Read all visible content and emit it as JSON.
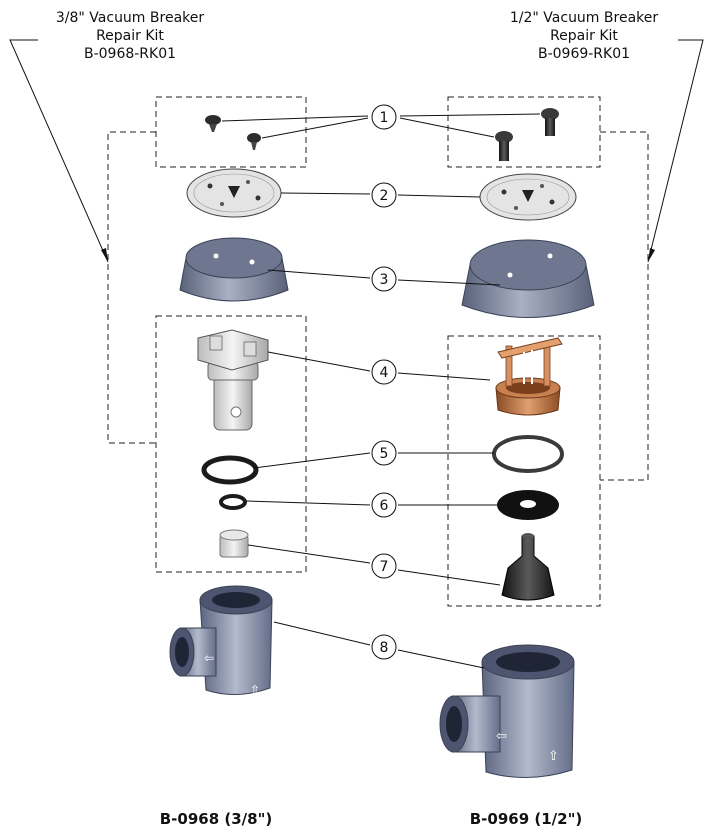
{
  "kits": [
    {
      "name_line1": "3/8\" Vacuum Breaker",
      "name_line2": "Repair Kit",
      "part_number": "B-0968-RK01"
    },
    {
      "name_line1": "1/2\" Vacuum Breaker",
      "name_line2": "Repair Kit",
      "part_number": "B-0969-RK01"
    }
  ],
  "callouts": [
    "1",
    "2",
    "3",
    "4",
    "5",
    "6",
    "7",
    "8"
  ],
  "captions": {
    "left": "B-0968 (3/8\")",
    "right": "B-0969 (1/2\")"
  }
}
